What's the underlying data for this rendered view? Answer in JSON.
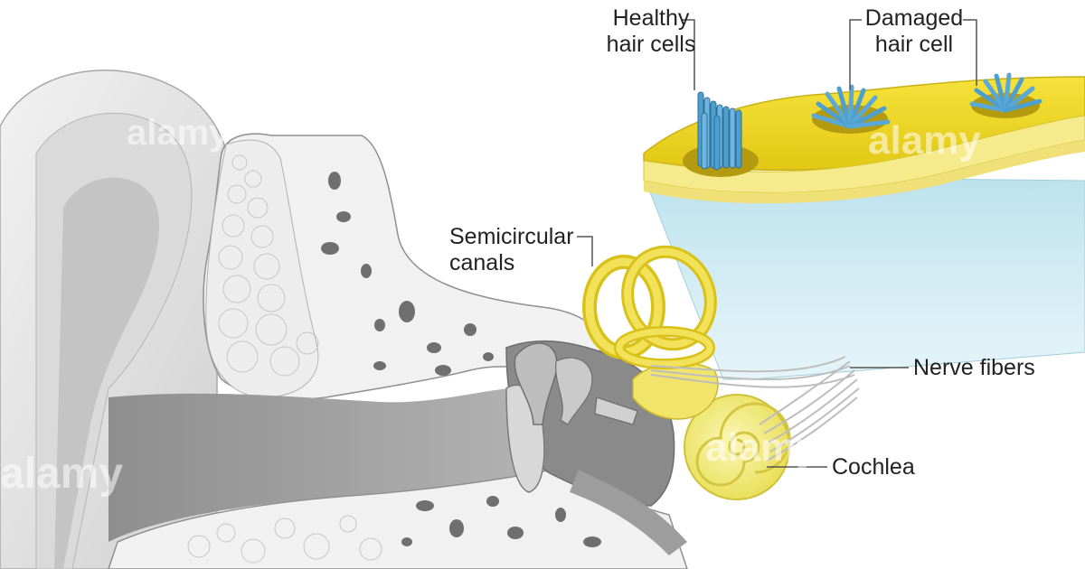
{
  "labels": {
    "healthy_hair_cells": [
      "Healthy",
      "hair cells"
    ],
    "damaged_hair_cell": [
      "Damaged",
      "hair cell"
    ],
    "semicircular_canals": [
      "Semicircular",
      "canals"
    ],
    "nerve_fibers": "Nerve fibers",
    "cochlea": "Cochlea"
  },
  "watermark": "alamy",
  "colors": {
    "outer_ear_light": "#e6e6e6",
    "outer_ear_mid": "#bdbdbd",
    "bone": "#f1f1f1",
    "bone_outline": "#9a9a9a",
    "bone_holes": "#6f6f6f",
    "canal": "#9c9c9c",
    "cochlea_yellow": "#f3ea6b",
    "canal_yellow": "#e9d21f",
    "membrane_yellow": "#f1dc2a",
    "membrane_edge": "#d9c21a",
    "magnifier_blue": "#bfe3ee",
    "hair_cell_blue": "#4d9fd0",
    "label_text": "#222222",
    "leader_line": "#555555"
  }
}
